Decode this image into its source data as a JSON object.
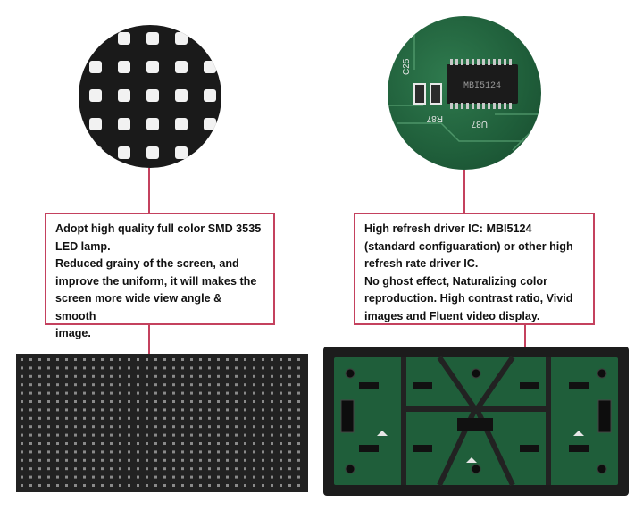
{
  "left_callout": {
    "lines": [
      "Adopt high quality full color SMD 3535",
      "LED lamp.",
      "Reduced grainy of the screen, and",
      "improve the uniform, it will makes the",
      "screen more wide view angle & smooth",
      "image."
    ]
  },
  "right_callout": {
    "lines": [
      "High refresh driver IC: MBI5124",
      "(standard configuaration) or other high",
      "refresh rate driver IC.",
      "No ghost effect, Naturalizing color",
      "reproduction. High contrast ratio, Vivid",
      "images and Fluent video display."
    ]
  },
  "ic_closeup": {
    "chip_label": "MBI5124",
    "component_labels": [
      "C25",
      "R87",
      "U87"
    ]
  },
  "colors": {
    "accent": "#c4415e",
    "pcb_green": "#1f5e3a",
    "panel_black": "#222222"
  }
}
